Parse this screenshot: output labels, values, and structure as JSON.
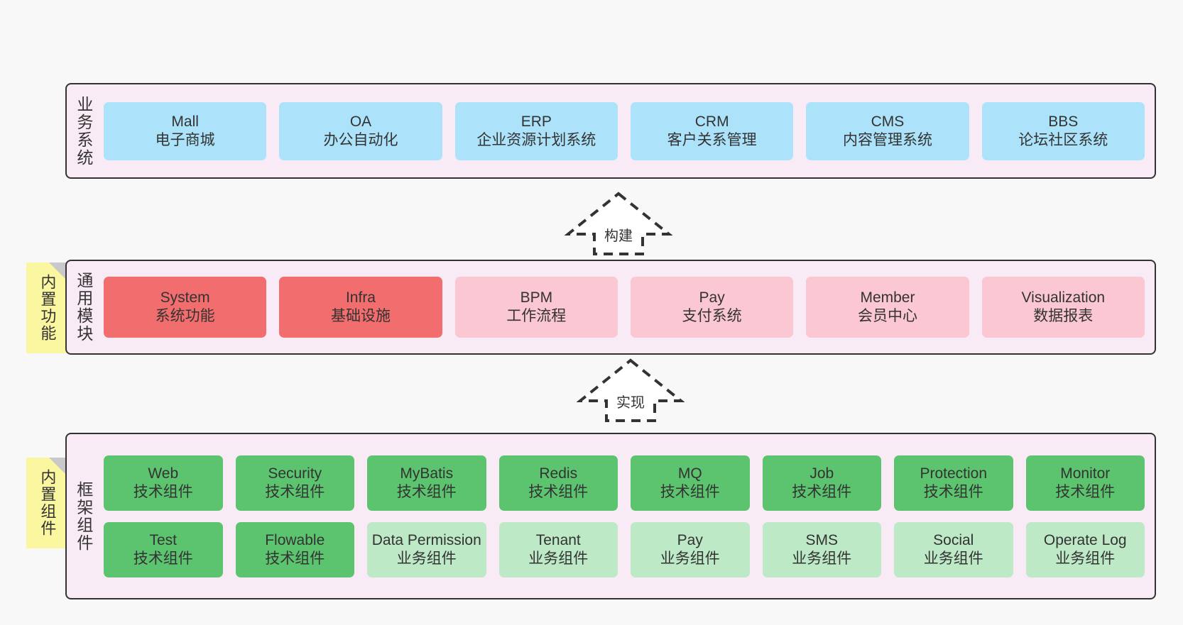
{
  "diagram": {
    "title": "",
    "background": "#f8f8f8",
    "layers": [
      {
        "id": "business",
        "title": "业务系统",
        "panel_color": "#f9ebf6",
        "rows": [
          {
            "nodes": [
              {
                "en": "Mall",
                "cn": "电子商城",
                "color": "#ace3fa"
              },
              {
                "en": "OA",
                "cn": "办公自动化",
                "color": "#ace3fa"
              },
              {
                "en": "ERP",
                "cn": "企业资源计划系统",
                "color": "#ace3fa"
              },
              {
                "en": "CRM",
                "cn": "客户关系管理",
                "color": "#ace3fa"
              },
              {
                "en": "CMS",
                "cn": "内容管理系统",
                "color": "#ace3fa"
              },
              {
                "en": "BBS",
                "cn": "论坛社区系统",
                "color": "#ace3fa"
              }
            ]
          }
        ]
      },
      {
        "id": "common-module",
        "title": "通用模块",
        "panel_color": "#f9ebf6",
        "note": "内置功能",
        "rows": [
          {
            "nodes": [
              {
                "en": "System",
                "cn": "系统功能",
                "color": "#f26d6d"
              },
              {
                "en": "Infra",
                "cn": "基础设施",
                "color": "#f26d6d"
              },
              {
                "en": "BPM",
                "cn": "工作流程",
                "color": "#fac7d2"
              },
              {
                "en": "Pay",
                "cn": "支付系统",
                "color": "#fac7d2"
              },
              {
                "en": "Member",
                "cn": "会员中心",
                "color": "#fac7d2"
              },
              {
                "en": "Visualization",
                "cn": "数据报表",
                "color": "#fac7d2"
              }
            ]
          }
        ]
      },
      {
        "id": "framework",
        "title": "框架组件",
        "panel_color": "#f9ebf6",
        "note": "内置组件",
        "rows": [
          {
            "nodes": [
              {
                "en": "Web",
                "cn": "技术组件",
                "color": "#5cc46e"
              },
              {
                "en": "Security",
                "cn": "技术组件",
                "color": "#5cc46e"
              },
              {
                "en": "MyBatis",
                "cn": "技术组件",
                "color": "#5cc46e"
              },
              {
                "en": "Redis",
                "cn": "技术组件",
                "color": "#5cc46e"
              },
              {
                "en": "MQ",
                "cn": "技术组件",
                "color": "#5cc46e"
              },
              {
                "en": "Job",
                "cn": "技术组件",
                "color": "#5cc46e"
              },
              {
                "en": "Protection",
                "cn": "技术组件",
                "color": "#5cc46e"
              },
              {
                "en": "Monitor",
                "cn": "技术组件",
                "color": "#5cc46e"
              }
            ]
          },
          {
            "nodes": [
              {
                "en": "Test",
                "cn": "技术组件",
                "color": "#5cc46e"
              },
              {
                "en": "Flowable",
                "cn": "技术组件",
                "color": "#5cc46e"
              },
              {
                "en": "Data Permission",
                "cn": "业务组件",
                "color": "#bde9c6",
                "wrap": true
              },
              {
                "en": "Tenant",
                "cn": "业务组件",
                "color": "#bde9c6"
              },
              {
                "en": "Pay",
                "cn": "业务组件",
                "color": "#bde9c6"
              },
              {
                "en": "SMS",
                "cn": "业务组件",
                "color": "#bde9c6"
              },
              {
                "en": "Social",
                "cn": "业务组件",
                "color": "#bde9c6"
              },
              {
                "en": "Operate Log",
                "cn": "业务组件",
                "color": "#bde9c6"
              }
            ]
          }
        ]
      }
    ],
    "connectors": [
      {
        "id": "build",
        "label": "构建",
        "direction": "up",
        "style": "dashed"
      },
      {
        "id": "implement",
        "label": "实现",
        "direction": "up",
        "style": "dashed"
      }
    ]
  }
}
